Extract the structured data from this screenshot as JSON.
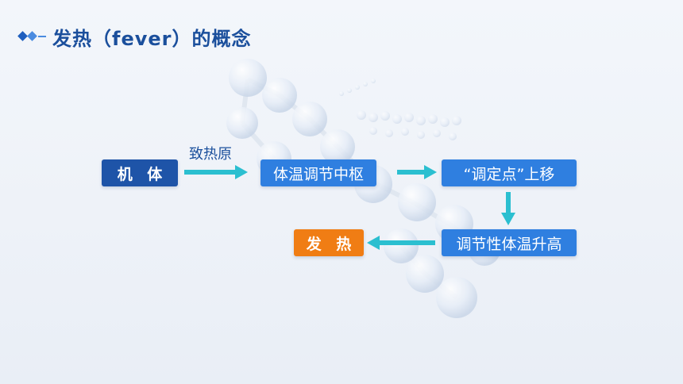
{
  "header": {
    "title": "发热（fever）的概念"
  },
  "diagram": {
    "nodes": {
      "body": "机 体",
      "center": "体温调节中枢",
      "setpoint": "“调定点”上移",
      "regulate": "调节性体温升高",
      "fever": "发 热"
    },
    "arrow_label": "致热原"
  },
  "colors": {
    "title": "#1b4f9c",
    "dark_node": "#1e54a8",
    "blue_node": "#2f7fe0",
    "orange_node": "#f07d14",
    "arrow": "#2bbfd0"
  }
}
